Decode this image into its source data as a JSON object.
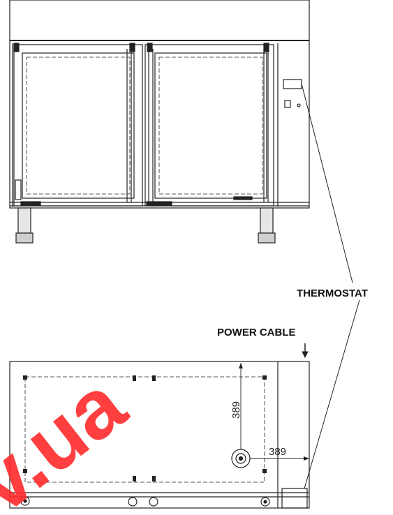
{
  "labels": {
    "thermostat": "THERMOSTAT",
    "power_cable": "POWER CABLE",
    "dim_vertical": "389",
    "dim_horizontal": "389"
  },
  "watermark": {
    "text": "v.ua",
    "color": "#ff2a2a"
  },
  "colors": {
    "line": "#222222",
    "fill_light": "#f4f4f4"
  }
}
